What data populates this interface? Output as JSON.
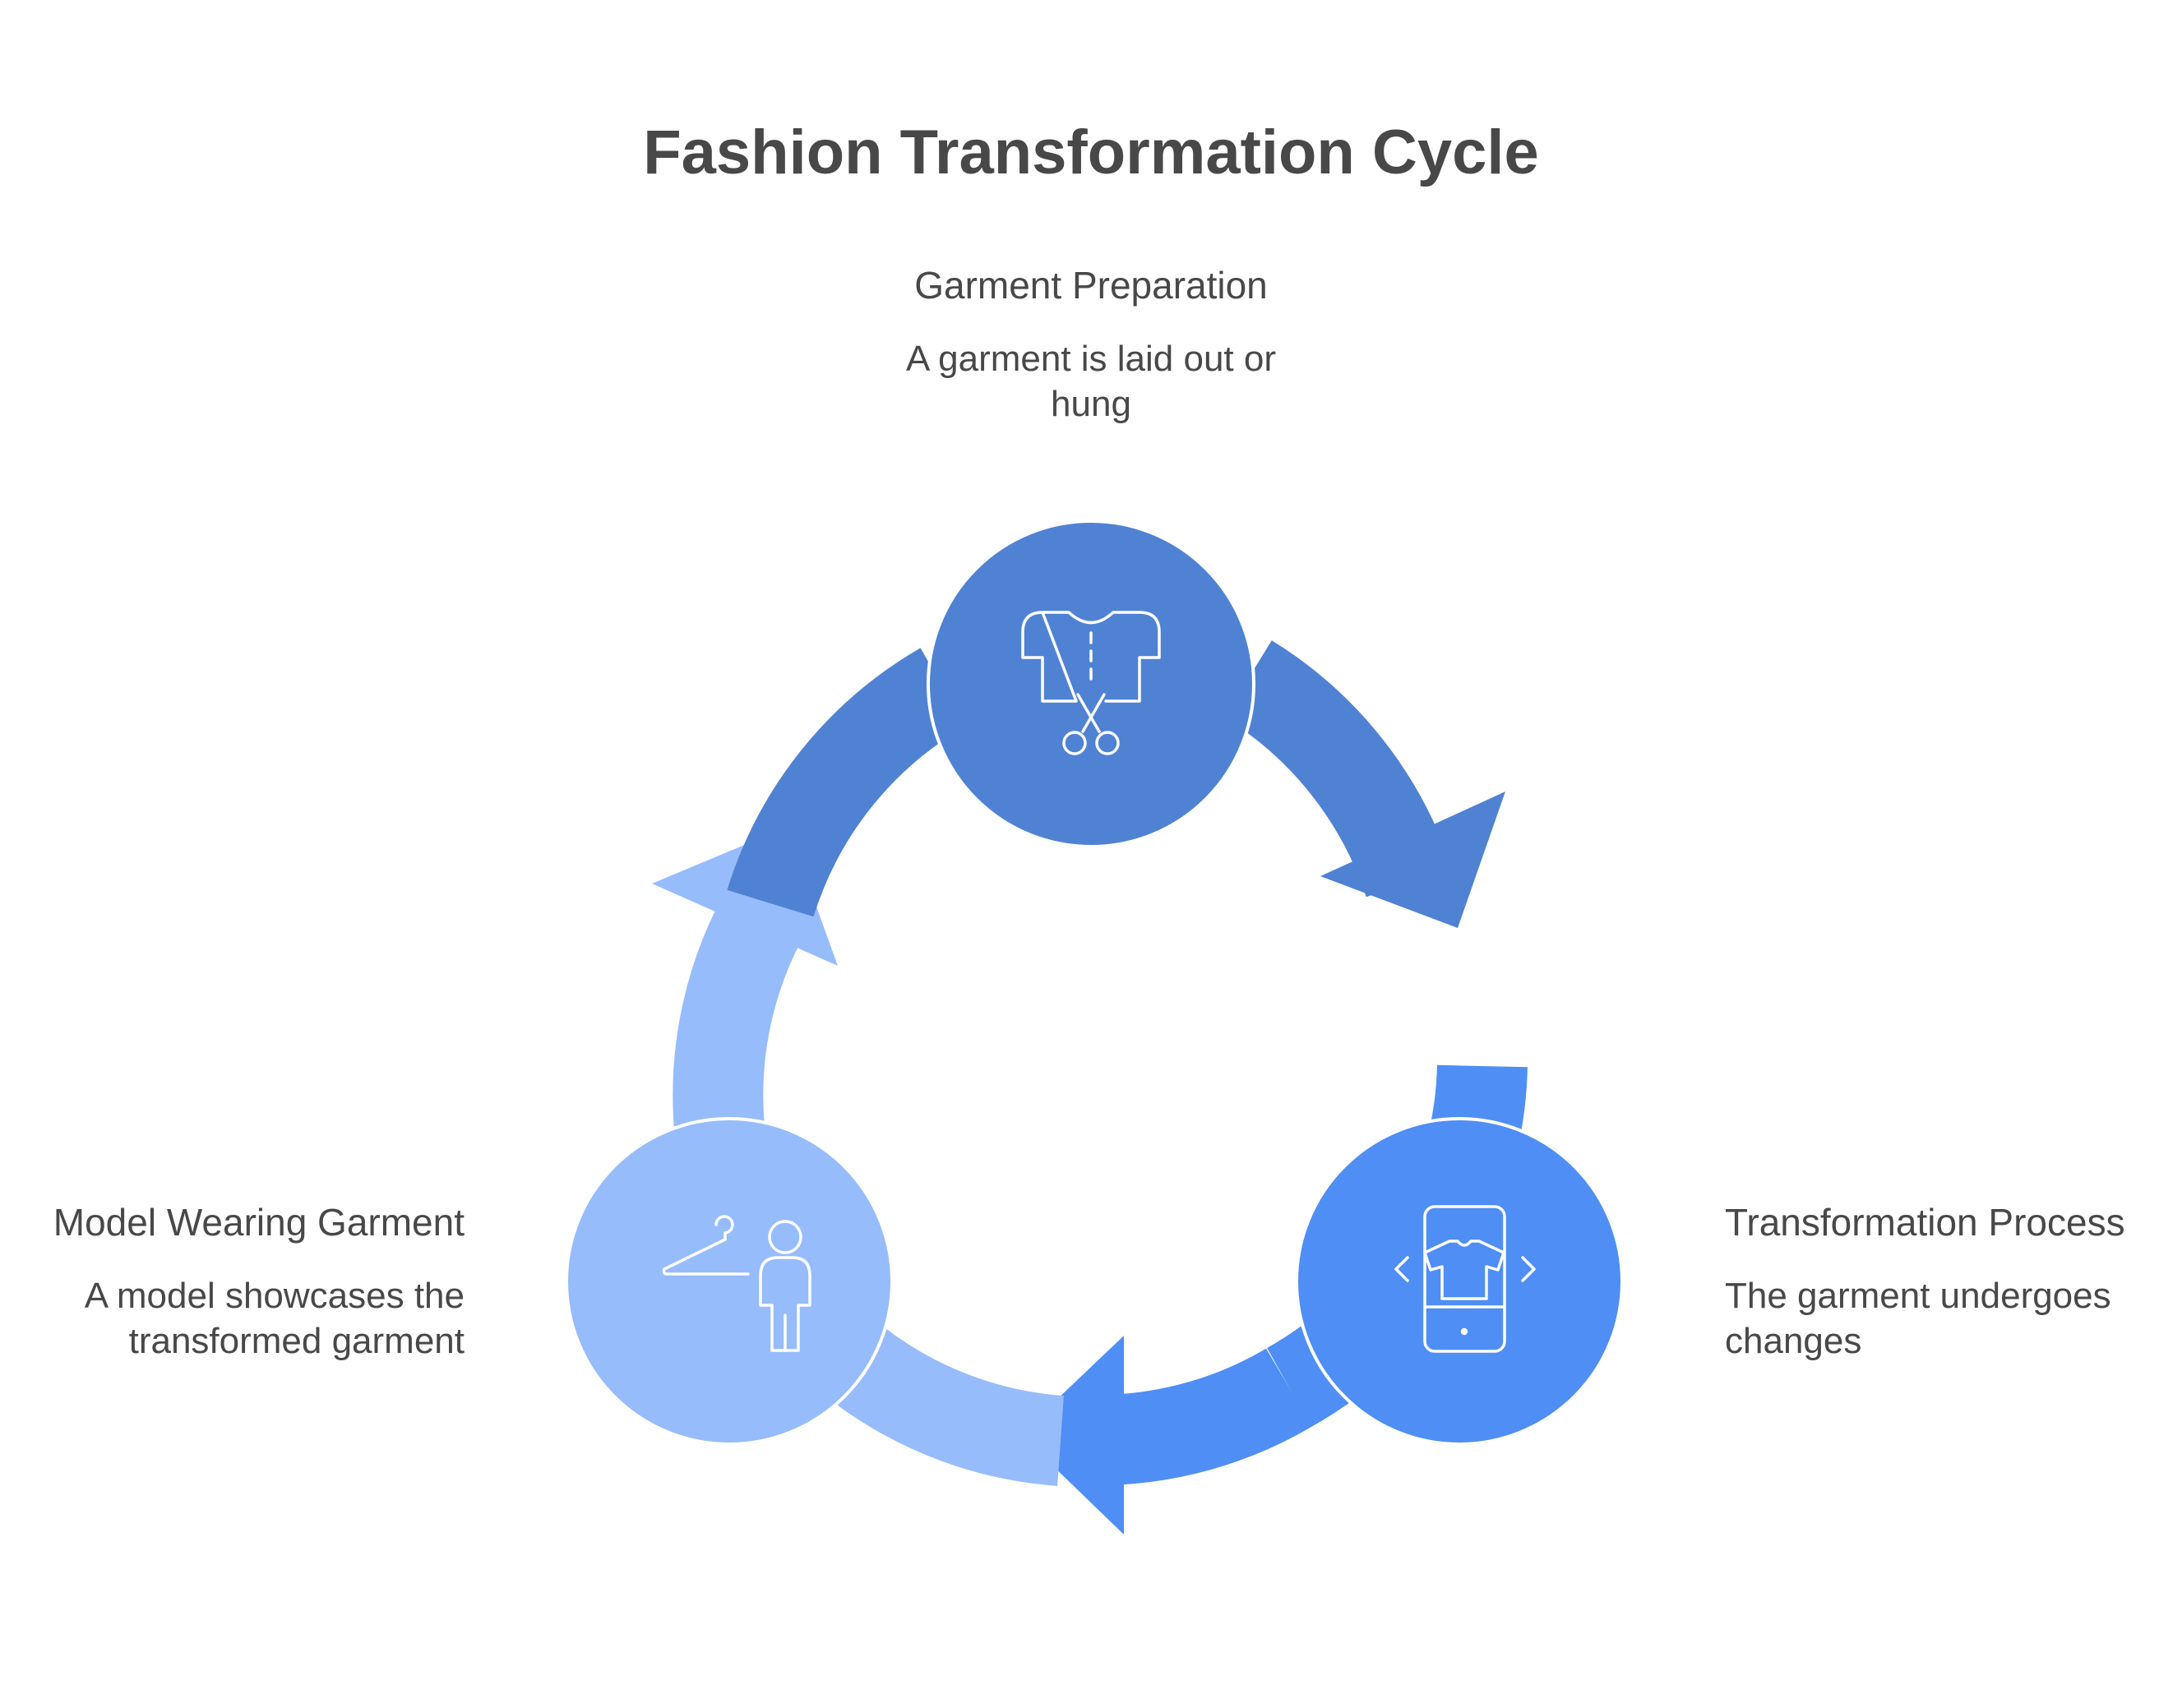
{
  "title": "Fashion Transformation Cycle",
  "colors": {
    "stage_top": "#5082d4",
    "stage_right": "#4f8ef4",
    "stage_left": "#97bcfc",
    "text": "#484848",
    "icon_stroke": "#ffffff"
  },
  "stages": [
    {
      "heading": "Garment Preparation",
      "description": "A garment is laid out or hung",
      "icon": "shirt-scissors-icon",
      "position": "top"
    },
    {
      "heading": "Transformation Process",
      "description": "The garment undergoes changes",
      "icon": "phone-shirt-icon",
      "position": "bottom-right"
    },
    {
      "heading": "Model Wearing Garment",
      "description": "A model showcases the transformed garment",
      "icon": "hanger-person-icon",
      "position": "bottom-left"
    }
  ]
}
